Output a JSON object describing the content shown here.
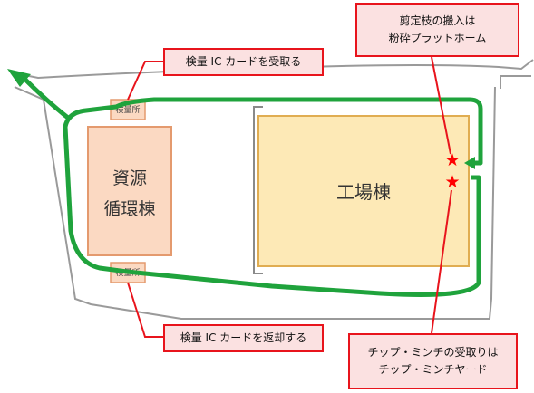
{
  "map": {
    "buildings": {
      "resource_recycling": {
        "label_line1": "資源",
        "label_line2": "循環棟"
      },
      "factory": {
        "label": "工場棟"
      },
      "scale_house_top": {
        "label": "検量所"
      },
      "scale_house_bottom": {
        "label": "検量所"
      }
    },
    "callouts": {
      "ic_receive": {
        "text": "検量 IC カードを受取る"
      },
      "ic_return": {
        "text": "検量 IC カードを返却する"
      },
      "pruned_branches": {
        "line1": "剪定枝の搬入は",
        "line2": "粉砕プラットホーム"
      },
      "chips": {
        "line1": "チップ・ミンチの受取りは",
        "line2": "チップ・ミンチヤード"
      }
    },
    "markers": [
      {
        "symbol": "★",
        "meaning": "pruned-branch-delivery-point"
      },
      {
        "symbol": "★",
        "meaning": "chip-mince-pickup-point"
      }
    ],
    "colors": {
      "route": "#1fa33c",
      "callout_border": "#e8141c",
      "callout_fill": "#fbe1e1",
      "building_fill": "#fbd9c2",
      "building_stroke": "#e49a6e",
      "factory_fill": "#fde9b6",
      "factory_stroke": "#e0ad52",
      "star": "#ff0000",
      "site_outline": "#9a9a9a"
    }
  }
}
